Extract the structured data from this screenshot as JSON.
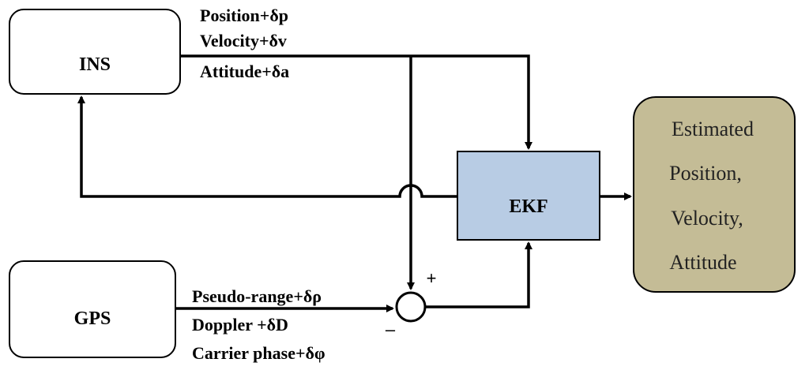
{
  "blocks": {
    "ins": "INS",
    "gps": "GPS",
    "ekf": "EKF",
    "output": [
      "Estimated",
      "Position,",
      "Velocity,",
      "Attitude"
    ]
  },
  "ins_outputs": [
    "Position+δp",
    "Velocity+δv",
    "Attitude+δa"
  ],
  "gps_outputs": [
    "Pseudo-range+δρ",
    "Doppler +δD",
    "Carrier phase+δφ"
  ],
  "summing_junction": {
    "plus": "+",
    "minus": "–"
  },
  "colors": {
    "ekf_fill": "#b8cce4",
    "output_fill": "#c4bc96",
    "line": "#000000"
  }
}
